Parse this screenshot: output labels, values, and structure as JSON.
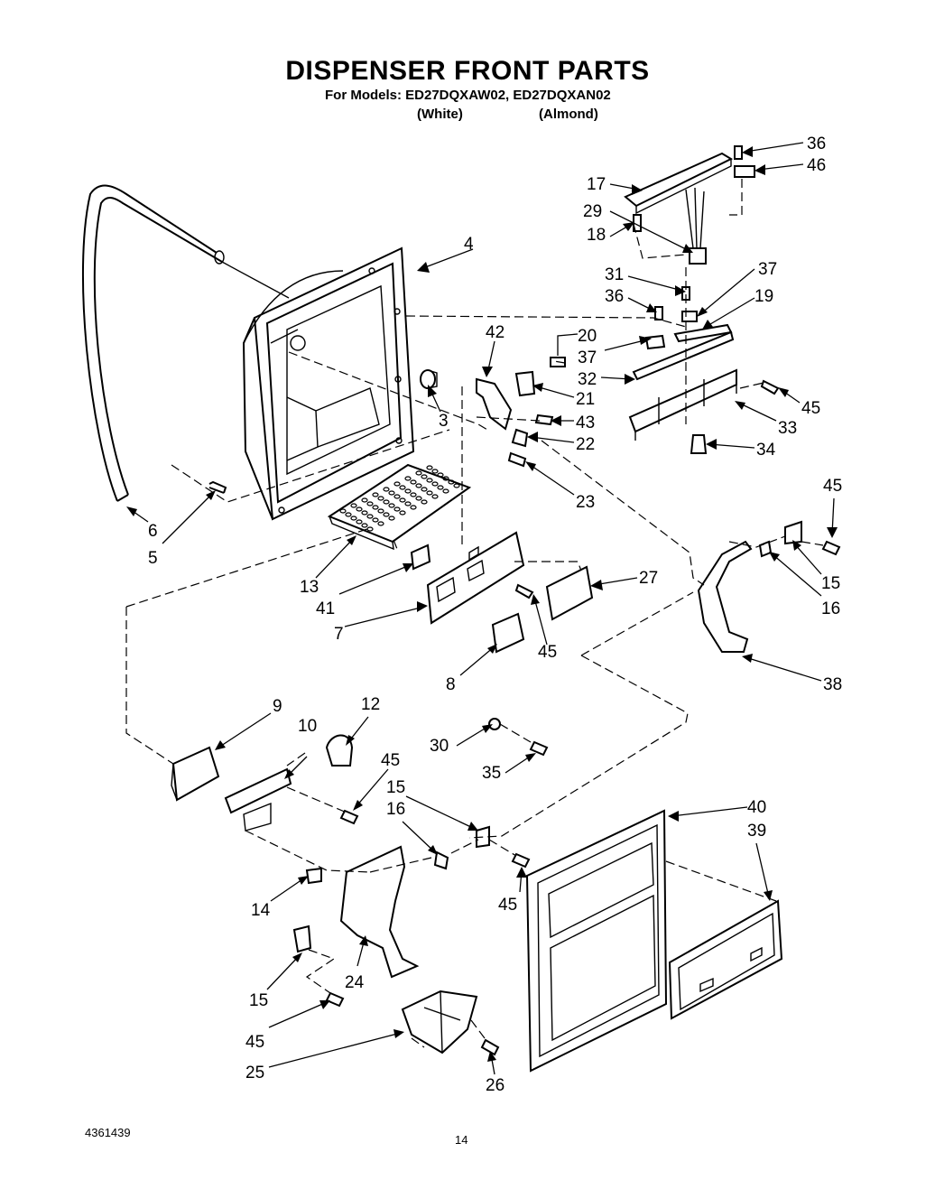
{
  "header": {
    "title": "DISPENSER FRONT PARTS",
    "models_line": "For Models: ED27DQXAW02, ED27DQXAN02",
    "finish_white": "(White)",
    "finish_almond": "(Almond)"
  },
  "footer": {
    "document_number": "4361439",
    "page_number": "14"
  },
  "callouts": [
    {
      "id": "c36a",
      "label": "36"
    },
    {
      "id": "c46",
      "label": "46"
    },
    {
      "id": "c17",
      "label": "17"
    },
    {
      "id": "c29",
      "label": "29"
    },
    {
      "id": "c18",
      "label": "18"
    },
    {
      "id": "c4",
      "label": "4"
    },
    {
      "id": "c37a",
      "label": "37"
    },
    {
      "id": "c31",
      "label": "31"
    },
    {
      "id": "c19",
      "label": "19"
    },
    {
      "id": "c36b",
      "label": "36"
    },
    {
      "id": "c42",
      "label": "42"
    },
    {
      "id": "c20",
      "label": "20"
    },
    {
      "id": "c37b",
      "label": "37"
    },
    {
      "id": "c32",
      "label": "32"
    },
    {
      "id": "c21",
      "label": "21"
    },
    {
      "id": "c45a",
      "label": "45"
    },
    {
      "id": "c3",
      "label": "3"
    },
    {
      "id": "c43",
      "label": "43"
    },
    {
      "id": "c33",
      "label": "33"
    },
    {
      "id": "c22",
      "label": "22"
    },
    {
      "id": "c34",
      "label": "34"
    },
    {
      "id": "c23",
      "label": "23"
    },
    {
      "id": "c6",
      "label": "6"
    },
    {
      "id": "c5",
      "label": "5"
    },
    {
      "id": "c45b",
      "label": "45"
    },
    {
      "id": "c27",
      "label": "27"
    },
    {
      "id": "c13",
      "label": "13"
    },
    {
      "id": "c15a",
      "label": "15"
    },
    {
      "id": "c41",
      "label": "41"
    },
    {
      "id": "c16a",
      "label": "16"
    },
    {
      "id": "c7",
      "label": "7"
    },
    {
      "id": "c45c",
      "label": "45"
    },
    {
      "id": "c8",
      "label": "8"
    },
    {
      "id": "c38",
      "label": "38"
    },
    {
      "id": "c9",
      "label": "9"
    },
    {
      "id": "c12",
      "label": "12"
    },
    {
      "id": "c10",
      "label": "10"
    },
    {
      "id": "c45d",
      "label": "45"
    },
    {
      "id": "c30",
      "label": "30"
    },
    {
      "id": "c35",
      "label": "35"
    },
    {
      "id": "c15b",
      "label": "15"
    },
    {
      "id": "c16b",
      "label": "16"
    },
    {
      "id": "c40",
      "label": "40"
    },
    {
      "id": "c39",
      "label": "39"
    },
    {
      "id": "c14",
      "label": "14"
    },
    {
      "id": "c45e",
      "label": "45"
    },
    {
      "id": "c15c",
      "label": "15"
    },
    {
      "id": "c24",
      "label": "24"
    },
    {
      "id": "c45f",
      "label": "45"
    },
    {
      "id": "c25",
      "label": "25"
    },
    {
      "id": "c26",
      "label": "26"
    }
  ]
}
